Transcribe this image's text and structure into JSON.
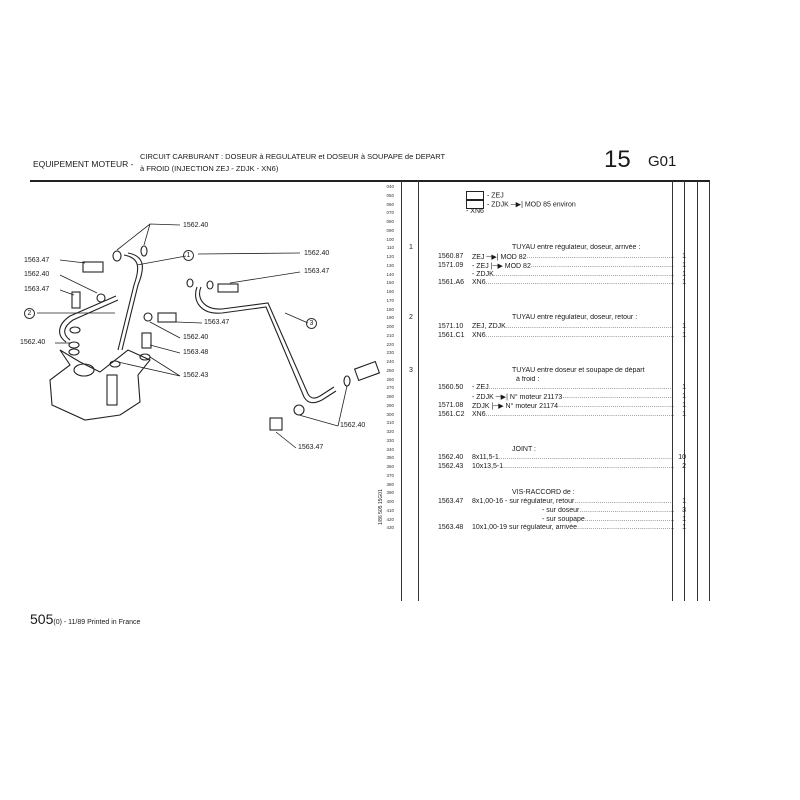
{
  "header": {
    "section": "EQUIPEMENT MOTEUR -",
    "subtitle_line1": "CIRCUIT CARBURANT : DOSEUR à REGULATEUR et DOSEUR à SOUPAPE de DEPART",
    "subtitle_line2": "à FROID (INJECTION ZEJ - ZDJK - XN6)",
    "group_number": "15",
    "page_code": "G01"
  },
  "line_numbers": [
    "040",
    "050",
    "060",
    "070",
    "080",
    "090",
    "100",
    "110",
    "120",
    "130",
    "140",
    "150",
    "160",
    "170",
    "180",
    "190",
    "200",
    "210",
    "220",
    "230",
    "240",
    "250",
    "260",
    "270",
    "280",
    "290",
    "300",
    "310",
    "320",
    "330",
    "340",
    "350",
    "360",
    "370",
    "380",
    "390",
    "400",
    "410",
    "420",
    "430"
  ],
  "applicability": [
    {
      "line": 1,
      "text": "- ZEJ",
      "symbol": "engine-box-icon"
    },
    {
      "line": 2,
      "text": "- ZDJK ─▶| MOD 85 environ",
      "symbol": "engine-box-icon"
    },
    {
      "line": 3,
      "text": "- XN6"
    }
  ],
  "rows": [
    {
      "line": 7,
      "ref": "1",
      "pn": "",
      "desc": "TUYAU entre régulateur, doseur, arrivée :",
      "indent": 40,
      "qty": "",
      "dots": false
    },
    {
      "line": 8,
      "ref": "",
      "pn": "1560.87",
      "desc": "ZEJ ─▶| MOD 82",
      "indent": 0,
      "qty": "1",
      "dots": true
    },
    {
      "line": 9,
      "ref": "",
      "pn": "1571.09",
      "desc": "- ZEJ |─▶ MOD 82",
      "indent": 0,
      "qty": "1",
      "dots": true
    },
    {
      "line": 10,
      "ref": "",
      "pn": "",
      "desc": "- ZDJK",
      "indent": 0,
      "qty": "1",
      "dots": true
    },
    {
      "line": 11,
      "ref": "",
      "pn": "1561.A6",
      "desc": "XN6",
      "indent": 0,
      "qty": "1",
      "dots": true
    },
    {
      "line": 15,
      "ref": "2",
      "pn": "",
      "desc": "TUYAU entre régulateur, doseur, retour :",
      "indent": 40,
      "qty": "",
      "dots": false
    },
    {
      "line": 16,
      "ref": "",
      "pn": "1571.10",
      "desc": "ZEJ, ZDJK",
      "indent": 0,
      "qty": "1",
      "dots": true
    },
    {
      "line": 17,
      "ref": "",
      "pn": "1561.C1",
      "desc": "XN6",
      "indent": 0,
      "qty": "1",
      "dots": true
    },
    {
      "line": 21,
      "ref": "3",
      "pn": "",
      "desc": "TUYAU entre doseur et soupape de départ",
      "indent": 40,
      "qty": "",
      "dots": false
    },
    {
      "line": 22,
      "ref": "",
      "pn": "",
      "desc": "à froid :",
      "indent": 44,
      "qty": "",
      "dots": false
    },
    {
      "line": 23,
      "ref": "",
      "pn": "1560.50",
      "desc": "- ZEJ",
      "indent": 0,
      "qty": "1",
      "dots": true
    },
    {
      "line": 24,
      "ref": "",
      "pn": "",
      "desc": "- ZDJK ─▶|  N° moteur 21173",
      "indent": 0,
      "qty": "1",
      "dots": true
    },
    {
      "line": 25,
      "ref": "",
      "pn": "1571.08",
      "desc": "ZDJK |─▶  N° moteur 21174",
      "indent": 0,
      "qty": "1",
      "dots": true
    },
    {
      "line": 26,
      "ref": "",
      "pn": "1561.C2",
      "desc": "XN6",
      "indent": 0,
      "qty": "1",
      "dots": true
    },
    {
      "line": 30,
      "ref": "",
      "pn": "",
      "desc": "JOINT :",
      "indent": 40,
      "qty": "",
      "dots": false
    },
    {
      "line": 31,
      "ref": "",
      "pn": "1562.40",
      "desc": "8x11,5-1",
      "indent": 0,
      "qty": "10",
      "dots": true
    },
    {
      "line": 32,
      "ref": "",
      "pn": "1562.43",
      "desc": "10x13,5-1",
      "indent": 0,
      "qty": "2",
      "dots": true
    },
    {
      "line": 35,
      "ref": "",
      "pn": "",
      "desc": "VIS-RACCORD de :",
      "indent": 40,
      "qty": "",
      "dots": false
    },
    {
      "line": 36,
      "ref": "",
      "pn": "1563.47",
      "desc": "8x1,00-16 - sur régulateur, retour",
      "indent": 0,
      "qty": "1",
      "dots": true
    },
    {
      "line": 37,
      "ref": "",
      "pn": "",
      "desc": "- sur doseur",
      "indent": 70,
      "qty": "3",
      "dots": true
    },
    {
      "line": 38,
      "ref": "",
      "pn": "",
      "desc": "- sur soupape",
      "indent": 70,
      "qty": "1",
      "dots": true
    },
    {
      "line": 39,
      "ref": "",
      "pn": "1563.48",
      "desc": "10x1,00-19  sur régulateur, arrivée",
      "indent": 0,
      "qty": "1",
      "dots": true
    }
  ],
  "drawing_labels": {
    "l1": "1562.40",
    "l2": "1563.47",
    "l3": "1562.40",
    "l4": "1563.47",
    "l5": "1562.40",
    "l6": "1562.40",
    "l7": "1563.47",
    "l8": "1563.47",
    "l9": "1562.40",
    "l10": "1563.48",
    "l11": "1562.43",
    "l12": "1562.40",
    "l13": "1563.47",
    "c1": "1",
    "c2": "2",
    "c3": "3"
  },
  "vertical_code": "1/86  505  15G01",
  "footer": {
    "model": "505",
    "suffix": "(0)",
    "text": " - 11/89 Printed in France"
  }
}
